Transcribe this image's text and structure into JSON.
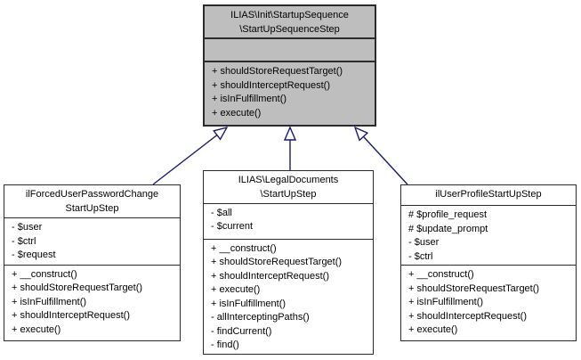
{
  "diagram": {
    "type": "uml-inheritance-graph",
    "colors": {
      "arrow": "#191970",
      "base_fill": "#bebebe",
      "node_fill": "#ffffff",
      "border": "#2b2b2b",
      "background": "#ffffff"
    }
  },
  "classes": {
    "base": {
      "title_lines": [
        "ILIAS\\Init\\StartupSequence",
        "\\StartUpSequenceStep"
      ],
      "attributes": [],
      "methods": [
        "+ shouldStoreRequestTarget()",
        "+ shouldInterceptRequest()",
        "+ isInFulfillment()",
        "+ execute()"
      ]
    },
    "forced_password_change": {
      "title_lines": [
        "ilForcedUserPasswordChange",
        "StartUpStep"
      ],
      "attributes": [
        "- $user",
        "- $ctrl",
        "- $request"
      ],
      "methods": [
        "+ __construct()",
        "+ shouldStoreRequestTarget()",
        "+ isInFulfillment()",
        "+ shouldInterceptRequest()",
        "+ execute()"
      ]
    },
    "legal_documents": {
      "title_lines": [
        "ILIAS\\LegalDocuments",
        "\\StartUpStep"
      ],
      "attributes": [
        "- $all",
        "- $current"
      ],
      "methods": [
        "+ __construct()",
        "+ shouldStoreRequestTarget()",
        "+ shouldInterceptRequest()",
        "+ execute()",
        "+ isInFulfillment()",
        "- allInterceptingPaths()",
        "- findCurrent()",
        "- find()"
      ]
    },
    "user_profile": {
      "title_lines": [
        "ilUserProfileStartUpStep"
      ],
      "attributes": [
        "# $profile_request",
        "# $update_prompt",
        "- $user",
        "- $ctrl"
      ],
      "methods": [
        "+ __construct()",
        "+ shouldStoreRequestTarget()",
        "+ isInFulfillment()",
        "+ shouldInterceptRequest()",
        "+ execute()"
      ]
    }
  }
}
